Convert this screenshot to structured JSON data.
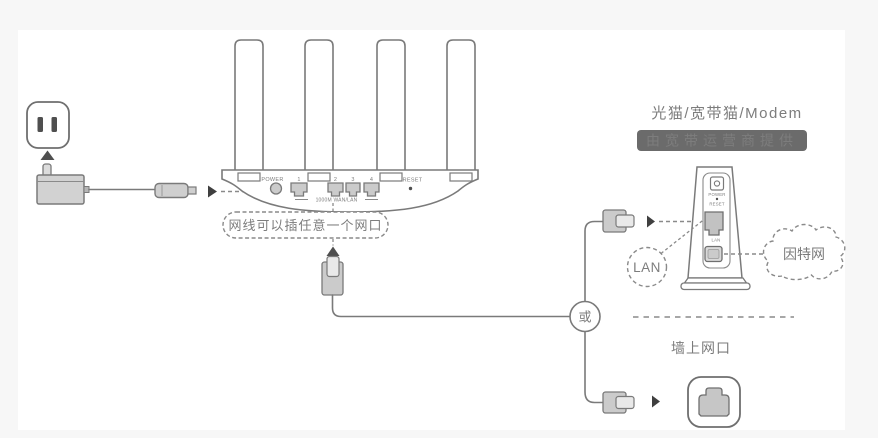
{
  "colors": {
    "background": "#f7f7f7",
    "card": "#ffffff",
    "line_gray": "#7a7a7a",
    "fill_gray": "#cbcbcb",
    "text_gray": "#7d7d7d",
    "badge_bg": "#6b6b6b",
    "badge_text": "#ffffff",
    "arrow_dark": "#3f3f3f"
  },
  "router": {
    "labels": {
      "power": "POWER",
      "port1": "1",
      "port2": "2",
      "port3": "3",
      "port4": "4",
      "speed": "1000M WAN/LAN",
      "reset": "RESET"
    },
    "callout": "网线可以插任意一个网口"
  },
  "or_connector": {
    "label": "或"
  },
  "modem": {
    "title": "光猫/宽带猫/Modem",
    "badge": "由宽带运营商提供",
    "panel_labels": {
      "power": "POWER",
      "reset": "RESET",
      "lan": "LAN"
    },
    "lan_bubble": "LAN",
    "internet_cloud": "因特网"
  },
  "wall": {
    "label": "墙上网口"
  }
}
